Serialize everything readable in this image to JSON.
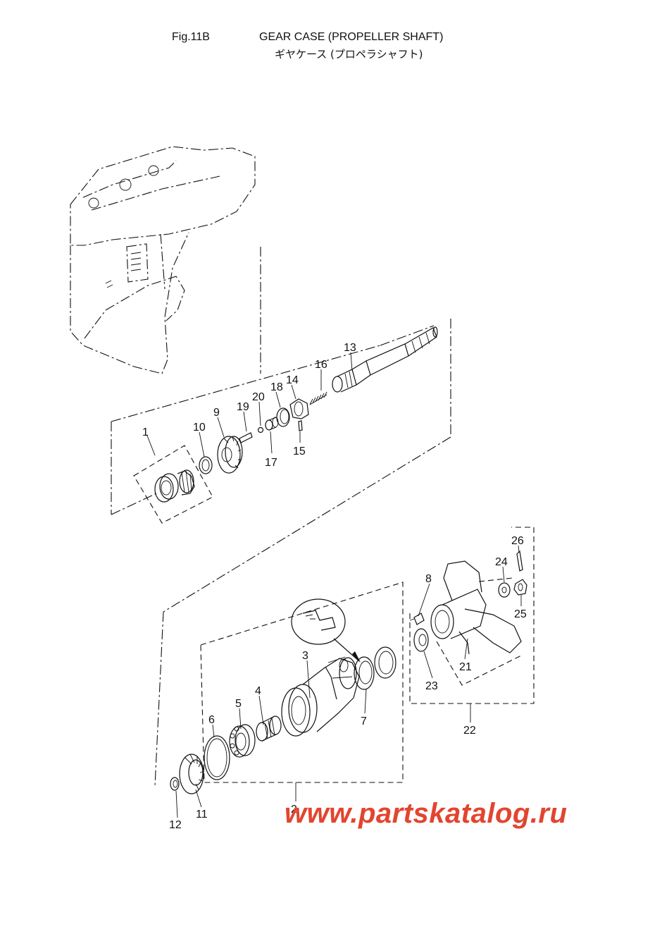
{
  "header": {
    "fig": "Fig.11B",
    "title_en": "GEAR CASE (PROPELLER SHAFT)",
    "title_jp": "ギヤケース (プロペラシャフト)"
  },
  "callouts": [
    "1",
    "2",
    "3",
    "4",
    "5",
    "6",
    "7",
    "8",
    "9",
    "10",
    "11",
    "12",
    "13",
    "14",
    "15",
    "16",
    "17",
    "18",
    "19",
    "20",
    "21",
    "22",
    "23",
    "24",
    "25",
    "26"
  ],
  "watermark": "www.partskatalog.ru",
  "colors": {
    "line": "#111111",
    "watermark": "#e2452f"
  }
}
